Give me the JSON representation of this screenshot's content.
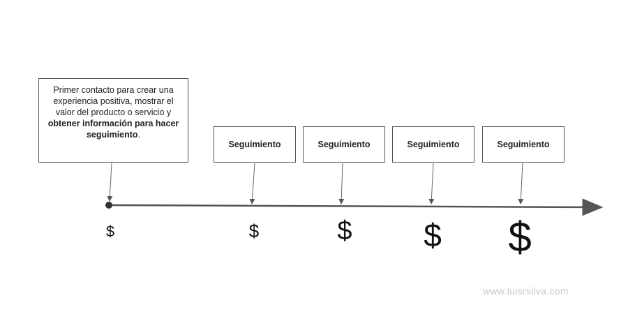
{
  "first_note": {
    "part1": "Primer contacto para crear una experiencia positiva, mostrar el valor del producto o servicio y ",
    "bold": "obtener información para hacer seguimiento",
    "part2": "."
  },
  "followups": [
    {
      "label": "Seguimiento"
    },
    {
      "label": "Seguimiento"
    },
    {
      "label": "Seguimiento"
    },
    {
      "label": "Seguimiento"
    }
  ],
  "dollar_symbols": [
    "$",
    "$",
    "$",
    "$",
    "$"
  ],
  "watermark": "www.luisrsilva.com"
}
